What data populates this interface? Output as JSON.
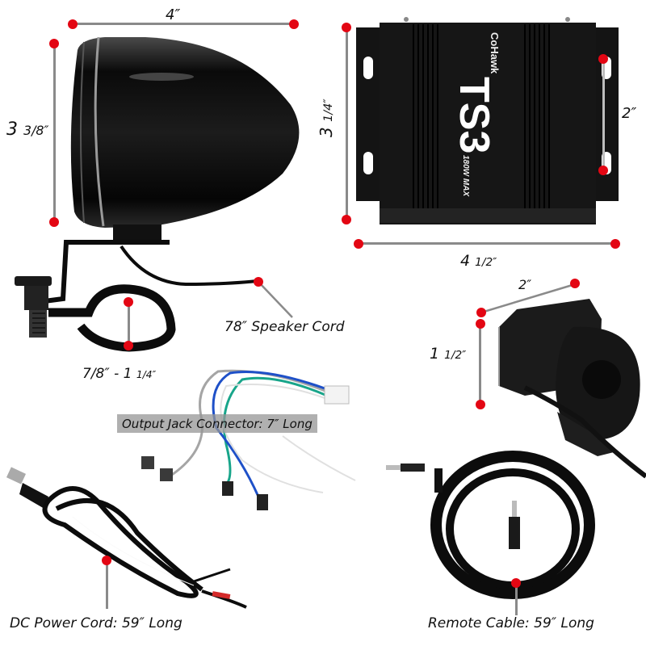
{
  "product": {
    "brand": "CoHawk",
    "model": "TS3",
    "power_rating": "180W MAX"
  },
  "colors": {
    "marker": "#e30613",
    "dimension_line": "#8a8a8a",
    "product_body": "#111111",
    "banner_bg": "#9a9a9a"
  },
  "speaker": {
    "width_label": "4″",
    "height_whole": "3",
    "height_frac": "3/8″",
    "mount_range_label_a": "7/8″ - 1",
    "mount_range_label_b": "1/4″",
    "cord_label": "78″ Speaker Cord"
  },
  "amplifier": {
    "height_whole": "3",
    "height_frac": "1/4″",
    "slot_spacing_label": "2″",
    "width_whole": "4",
    "width_frac": "1/2″"
  },
  "remote_mount": {
    "width_label": "2″",
    "height_whole": "1",
    "height_frac": "1/2″"
  },
  "accessories": {
    "output_jack": "Output Jack Connector: 7″ Long",
    "dc_power": "DC Power Cord: 59″ Long",
    "remote_cable": "Remote Cable: 59″ Long"
  }
}
